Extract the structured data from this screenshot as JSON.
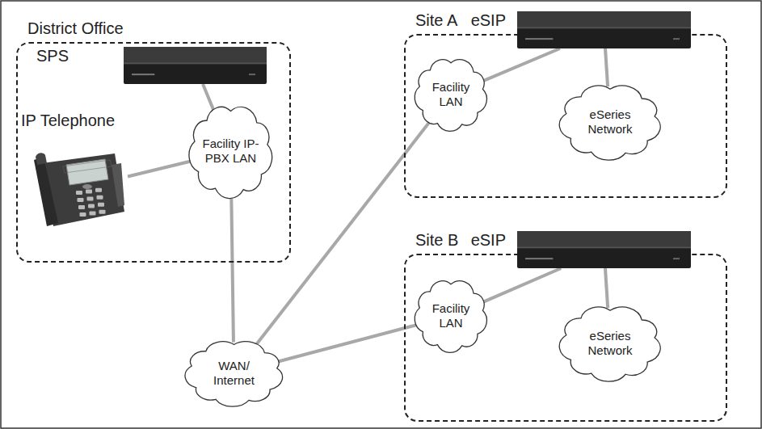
{
  "diagram": {
    "nodes": [
      {
        "text": [
          "District Office"
        ]
      },
      {
        "text": [
          "SPS"
        ],
        "in": 0
      },
      {
        "text": [
          "IP Telephone"
        ],
        "in": 0
      },
      {
        "text": [
          "Facility IP-PBX LAN"
        ],
        "in": 0
      },
      {
        "text": [
          "WAN/ Internet"
        ]
      },
      {
        "text": [
          "Site A"
        ]
      },
      {
        "text": [
          "eSIP"
        ],
        "in": 5
      },
      {
        "text": [
          "Facility LAN"
        ],
        "in": 5
      },
      {
        "text": [
          "eSeries Network"
        ],
        "in": 5
      },
      {
        "text": [
          "Site B"
        ]
      },
      {
        "text": [
          "eSIP"
        ],
        "in": 9
      },
      {
        "text": [
          "Facility LAN"
        ],
        "in": 9
      },
      {
        "text": [
          "eSeries Network"
        ],
        "in": 9
      }
    ],
    "edges": [
      {
        "from": 1,
        "to": 3,
        "arrow": "none"
      },
      {
        "from": 2,
        "to": 3,
        "arrow": "none"
      },
      {
        "from": 3,
        "to": 4,
        "arrow": "none"
      },
      {
        "from": 4,
        "to": 7,
        "arrow": "none"
      },
      {
        "from": 4,
        "to": 11,
        "arrow": "none"
      },
      {
        "from": 7,
        "to": 6,
        "arrow": "none"
      },
      {
        "from": 6,
        "to": 8,
        "arrow": "none"
      },
      {
        "from": 11,
        "to": 10,
        "arrow": "none"
      },
      {
        "from": 10,
        "to": 12,
        "arrow": "none"
      }
    ]
  }
}
